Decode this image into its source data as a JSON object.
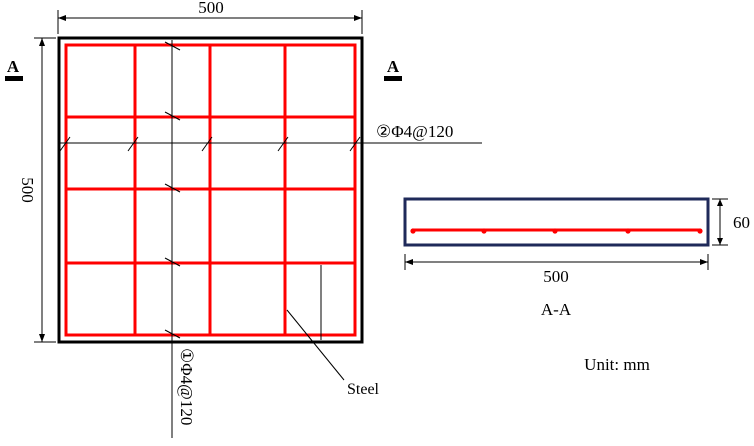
{
  "plan": {
    "width_label": "500",
    "height_label": "500",
    "section_mark_left": "A",
    "section_mark_right": "A",
    "rebar_x_label": "②Φ4@120",
    "rebar_y_label": "①Φ4@120",
    "steel_label": "Steel"
  },
  "section": {
    "height_label": "60",
    "width_label": "500",
    "title": "A-A"
  },
  "unit_label": "Unit: mm",
  "colors": {
    "rebar": "#ff0000",
    "slab_outline": "#000000",
    "section_outline": "#1f2a5a"
  }
}
